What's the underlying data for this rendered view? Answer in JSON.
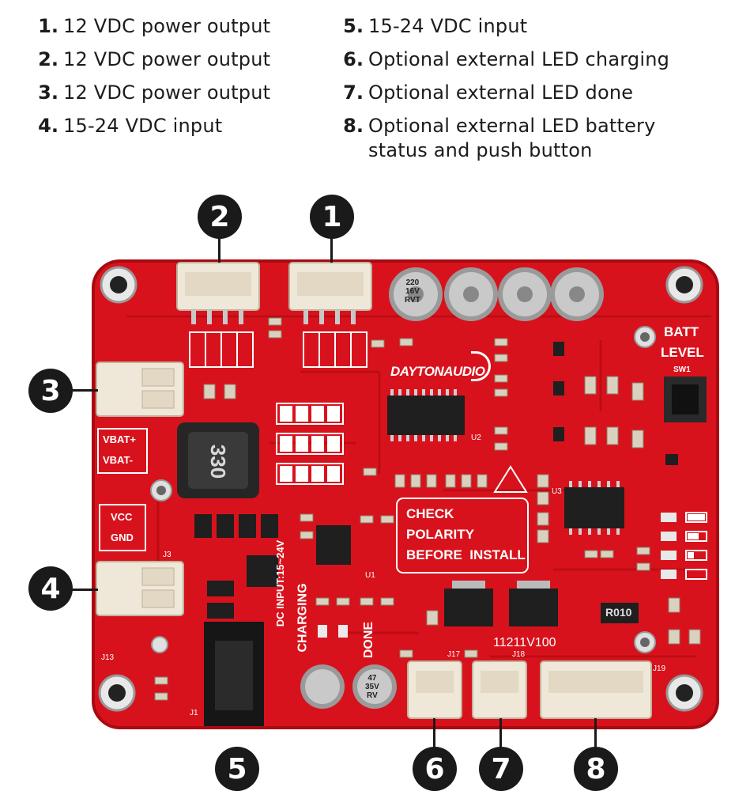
{
  "legend": {
    "left": [
      {
        "num": "1.",
        "text": "12 VDC power output"
      },
      {
        "num": "2.",
        "text": "12 VDC power output"
      },
      {
        "num": "3.",
        "text": "12 VDC power output"
      },
      {
        "num": "4.",
        "text": "15-24 VDC input"
      }
    ],
    "right": [
      {
        "num": "5.",
        "text": "15-24 VDC input"
      },
      {
        "num": "6.",
        "text": "Optional external LED charging"
      },
      {
        "num": "7.",
        "text": "Optional external LED done"
      },
      {
        "num": "8.",
        "text": "Optional external LED battery status and push button"
      }
    ]
  },
  "callouts": [
    "2",
    "1",
    "3",
    "4",
    "5",
    "6",
    "7",
    "8"
  ],
  "board": {
    "brand": "DAYTONAUDIO",
    "warning": [
      "CHECK",
      "POLARITY",
      "BEFORE  INSTALL"
    ],
    "batt_level": [
      "BATT",
      "LEVEL"
    ],
    "vbat_plus": "VBAT+",
    "vbat_minus": "VBAT-",
    "vcc": "VCC",
    "gnd": "GND",
    "dc_input": "DC  INPUT:15~24V",
    "charging": "CHARGING",
    "done": "DONE",
    "inductor": "330",
    "resistor_r010": "R010",
    "model": "11211V100",
    "capacitor_big": [
      "220",
      "16V",
      "RVT"
    ],
    "capacitor_small": [
      "47",
      "35V",
      "RV"
    ],
    "sw1": "SW1",
    "j3": "J3",
    "j1": "J1",
    "j13": "J13",
    "j17": "J17",
    "j18": "J18",
    "j19": "J19",
    "u1": "U1",
    "u2": "U2",
    "u3": "U3"
  },
  "colors": {
    "pcb": "#d8121c",
    "pcb_dark": "#b50c14",
    "silk": "#ffffff",
    "connector": "#efe7d8",
    "callout": "#1a1a1a"
  }
}
